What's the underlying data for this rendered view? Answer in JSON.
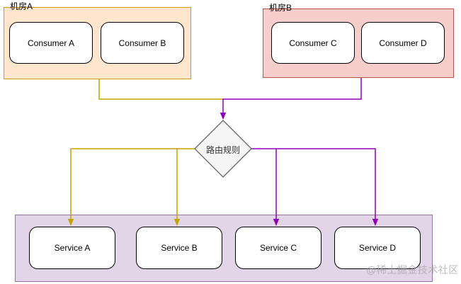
{
  "zones": {
    "a": {
      "label": "机房A",
      "fill": "#ffe6cc",
      "stroke": "#d79b00",
      "nodes": [
        {
          "label": "Consumer A"
        },
        {
          "label": "Consumer B"
        }
      ]
    },
    "b": {
      "label": "机房B",
      "fill": "#f8cecc",
      "stroke": "#b85450",
      "nodes": [
        {
          "label": "Consumer C"
        },
        {
          "label": "Consumer D"
        }
      ]
    },
    "services": {
      "fill": "#e1d5e7",
      "stroke": "#9673a6",
      "nodes": [
        {
          "label": "Service A"
        },
        {
          "label": "Service B"
        },
        {
          "label": "Service C"
        },
        {
          "label": "Service D"
        }
      ]
    }
  },
  "router": {
    "label": "路由规则",
    "fill": "#f5f5f5",
    "stroke": "#666666"
  },
  "node_style": {
    "fill": "#ffffff",
    "stroke": "#000000"
  },
  "edges": {
    "zone_a_color": "#c2a200",
    "zone_b_color": "#8d00bb"
  },
  "watermark": {
    "text": "@稀土掘金技术社区",
    "color": "#a9a2aa"
  }
}
